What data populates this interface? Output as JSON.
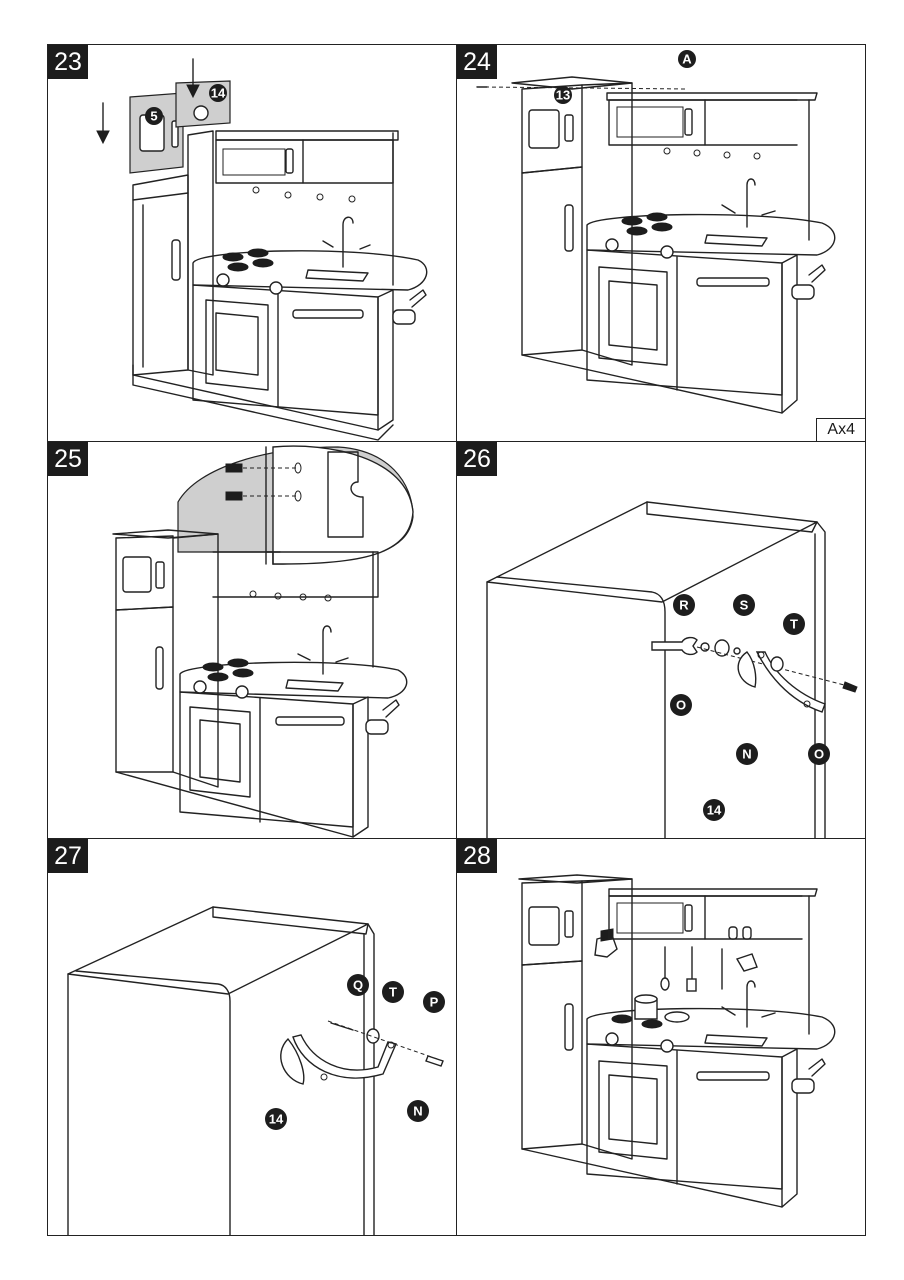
{
  "steps": [
    {
      "number": "23",
      "callouts": [
        "5",
        "14"
      ]
    },
    {
      "number": "24",
      "callouts": [
        "A",
        "13"
      ],
      "quantity": "Ax4"
    },
    {
      "number": "25",
      "callouts": []
    },
    {
      "number": "26",
      "callouts": [
        "R",
        "S",
        "T",
        "O",
        "N",
        "O",
        "14"
      ]
    },
    {
      "number": "27",
      "callouts": [
        "Q",
        "T",
        "P",
        "N",
        "14"
      ]
    },
    {
      "number": "28",
      "callouts": []
    }
  ]
}
